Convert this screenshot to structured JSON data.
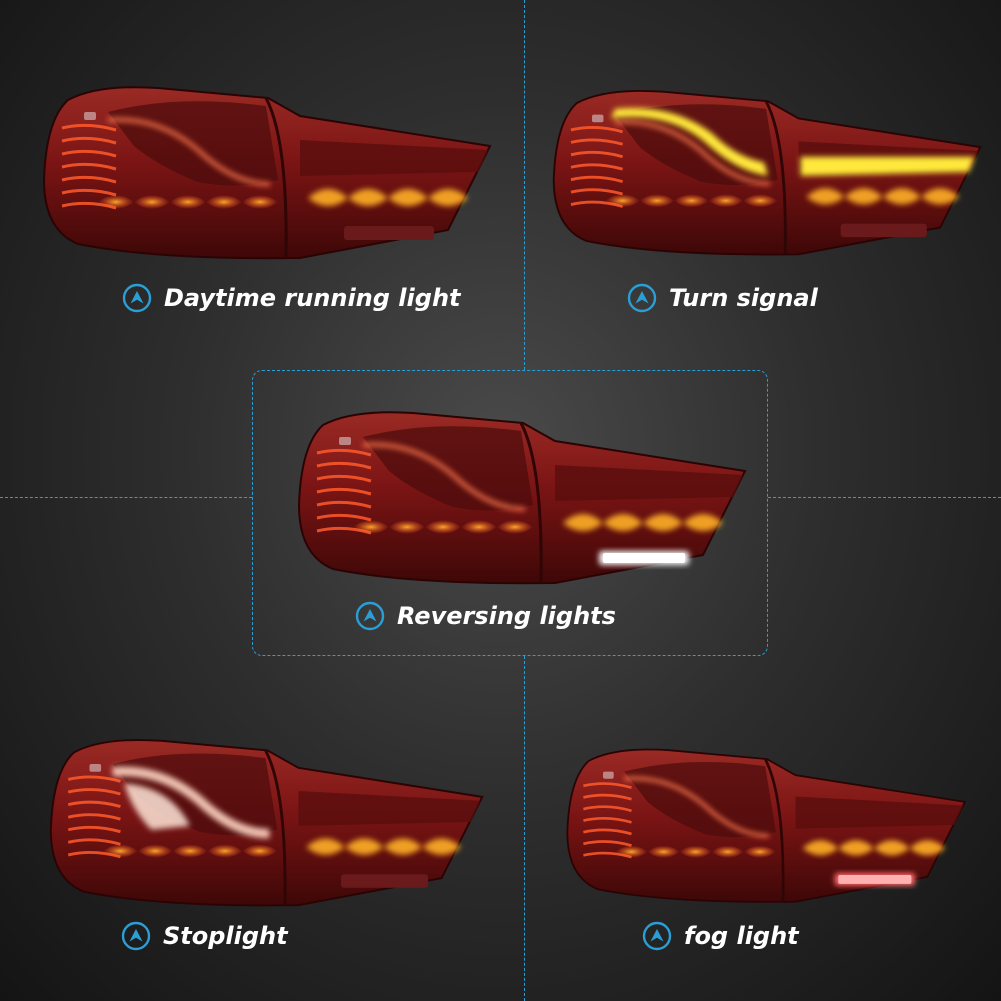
{
  "colors": {
    "accent": "#2a9fd6",
    "lamp_body": "#7a1414",
    "glow_red": "#ff5a2a",
    "glow_amber": "#ffb028",
    "turn_yellow": "#ffe83a",
    "reverse_white": "#f4f4f4"
  },
  "icons": {
    "caption_badge": "chevron-up-circle-icon"
  },
  "panels": [
    {
      "id": "drl",
      "label": "Daytime running light",
      "mode": "drl"
    },
    {
      "id": "turn",
      "label": "Turn signal",
      "mode": "turn"
    },
    {
      "id": "reverse",
      "label": "Reversing lights",
      "mode": "reverse"
    },
    {
      "id": "stop",
      "label": "Stoplight",
      "mode": "stop"
    },
    {
      "id": "fog",
      "label": "fog light",
      "mode": "fog"
    }
  ]
}
